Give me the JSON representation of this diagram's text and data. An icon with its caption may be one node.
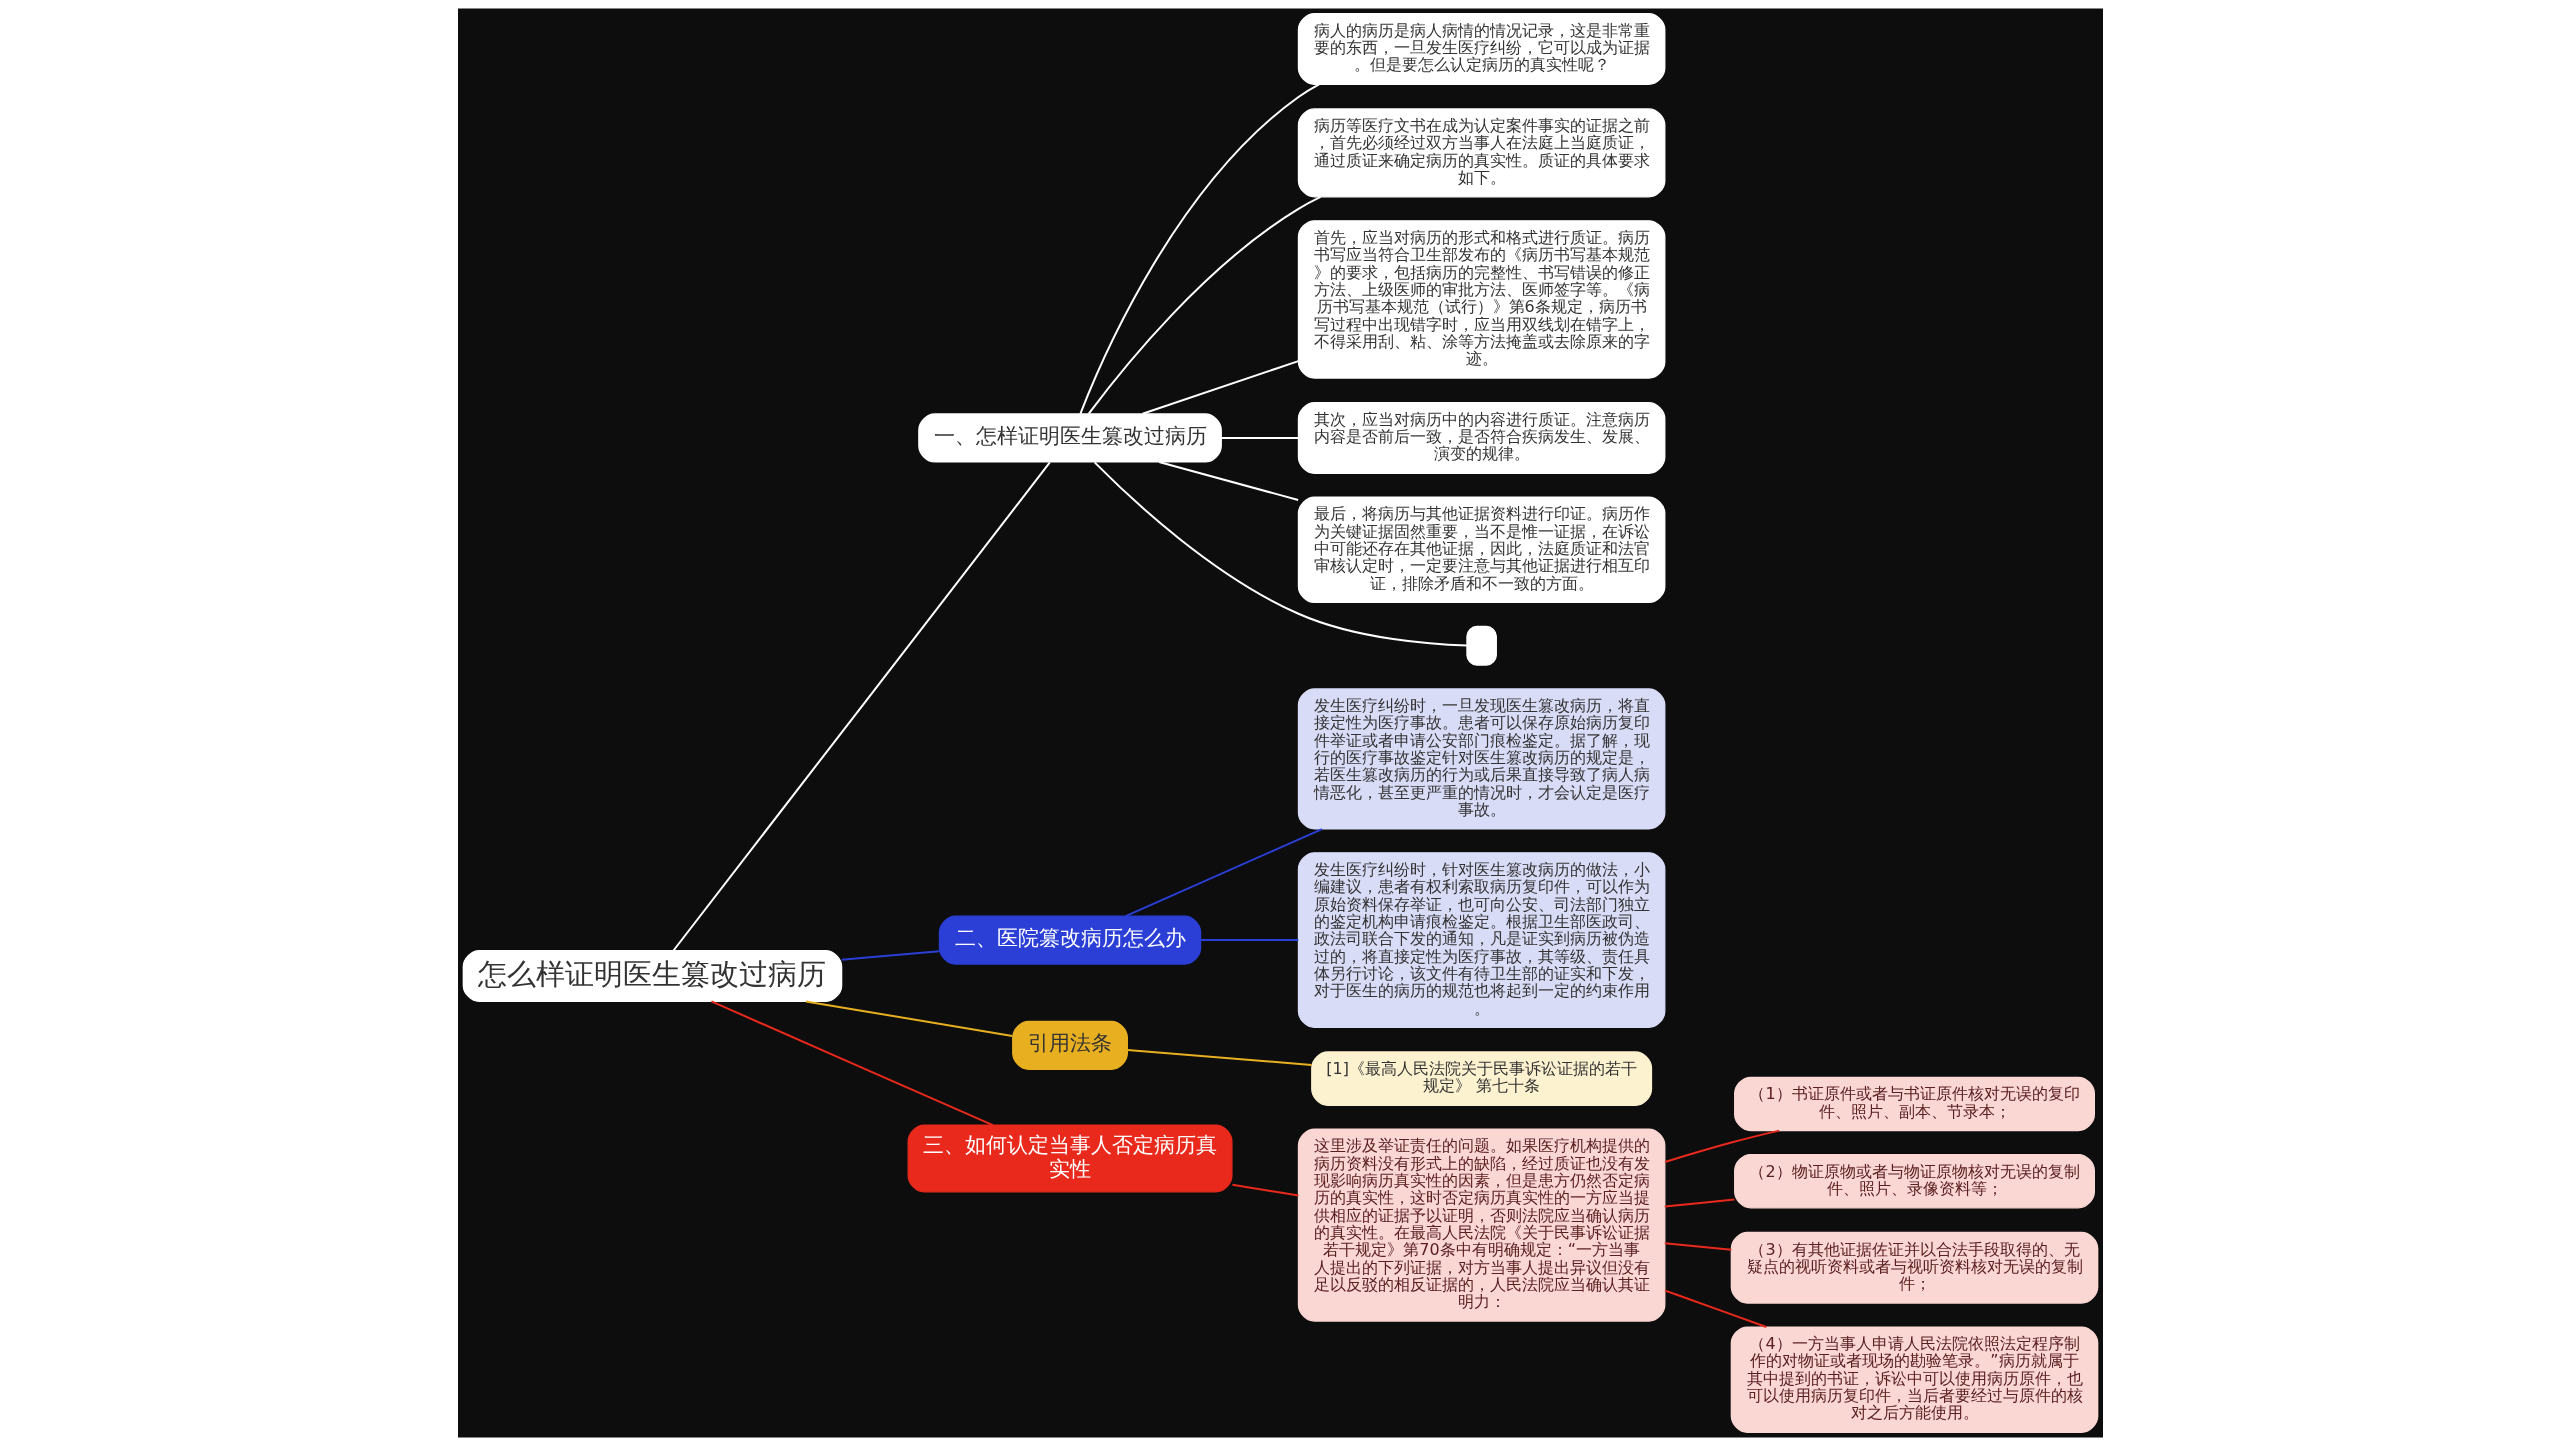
{
  "diagram": {
    "nodes": [
      {
        "text": [
          "怎么样证明医生篡改过病历"
        ]
      },
      {
        "text": [
          "一、怎样证明医生篡改过病历"
        ]
      },
      {
        "text": [
          "病人的病历是病人病情的情况记录，这是非常重要的东西，一旦发生医疗纠纷，它可以成为证据。但是要怎么认定病历的真实性呢？"
        ]
      },
      {
        "text": [
          "病历等医疗文书在成为认定案件事实的证据之前，首先必须经过双方当事人在法庭上当庭质证，通过质证来确定病历的真实性。质证的具体要求如下。"
        ]
      },
      {
        "text": [
          "首先，应当对病历的形式和格式进行质证。病历书写应当符合卫生部发布的《病历书写基本规范》的要求，包括病历的完整性、书写错误的修正方法、上级医师的审批方法、医师签字等。《病历书写基本规范（试行）》第6条规定，病历书写过程中出现错字时，应当用双线划在错字上，不得采用刮、粘、涂等方法掩盖或去除原来的字迹。"
        ]
      },
      {
        "text": [
          "其次，应当对病历中的内容进行质证。注意病历内容是否前后一致，是否符合疾病发生、发展、演变的规律。"
        ]
      },
      {
        "text": [
          "最后，将病历与其他证据资料进行印证。病历作为关键证据固然重要，当不是惟一证据，在诉讼中可能还存在其他证据，因此，法庭质证和法官审核认定时，一定要注意与其他证据进行相互印证，排除矛盾和不一致的方面。"
        ]
      },
      {
        "text": [],
        "shape": "box"
      },
      {
        "text": [
          "二、医院篡改病历怎么办"
        ]
      },
      {
        "text": [
          "发生医疗纠纷时，一旦发现医生篡改病历，将直接定性为医疗事故。患者可以保存原始病历复印件举证或者申请公安部门痕检鉴定。据了解，现行的医疗事故鉴定针对医生篡改病历的规定是，若医生篡改病历的行为或后果直接导致了病人病情恶化，甚至更严重的情况时，才会认定是医疗事故。"
        ]
      },
      {
        "text": [
          "发生医疗纠纷时，针对医生篡改病历的做法，小编建议，患者有权利索取病历复印件，可以作为原始资料保存举证，也可向公安、司法部门独立的鉴定机构申请痕检鉴定。根据卫生部医政司、政法司联合下发的通知，凡是证实到病历被伪造过的，将直接定性为医疗事故，其等级、责任具体另行讨论，该文件有待卫生部的证实和下发，对于医生的病历的规范也将起到一定的约束作用。"
        ]
      },
      {
        "text": [
          "引用法条"
        ]
      },
      {
        "text": [
          "[1]《最高人民法院关于民事诉讼证据的若干规定》 第七十条"
        ]
      },
      {
        "text": [
          "三、如何认定当事人否定病历真实性"
        ]
      },
      {
        "text": [
          "这里涉及举证责任的问题。如果医疗机构提供的病历资料没有形式上的缺陷，经过质证也没有发现影响病历真实性的因素，但是患方仍然否定病历的真实性，这时否定病历真实性的一方应当提供相应的证据予以证明，否则法院应当确认病历的真实性。在最高人民法院《关于民事诉讼证据若干规定》第70条中有明确规定：“一方当事人提出的下列证据，对方当事人提出异议但没有足以反驳的相反证据的，人民法院应当确认其证明力："
        ]
      },
      {
        "text": [
          "（1）书证原件或者与书证原件核对无误的复印件、照片、副本、节录本；"
        ]
      },
      {
        "text": [
          "（2）物证原物或者与物证原物核对无误的复制件、照片、录像资料等；"
        ]
      },
      {
        "text": [
          "（3）有其他证据佐证并以合法手段取得的、无疑点的视听资料或者与视听资料核对无误的复制件；"
        ]
      },
      {
        "text": [
          "（4）一方当事人申请人民法院依照法定程序制作的对物证或者现场的勘验笔录。”病历就属于其中提到的书证，诉讼中可以使用病历原件，也可以使用病历复印件，当后者要经过与原件的核对之后方能使用。"
        ]
      }
    ],
    "edges": [
      {
        "from": 0,
        "to": 1,
        "arrow": "none"
      },
      {
        "from": 1,
        "to": 2,
        "arrow": "none"
      },
      {
        "from": 1,
        "to": 3,
        "arrow": "none"
      },
      {
        "from": 1,
        "to": 4,
        "arrow": "none"
      },
      {
        "from": 1,
        "to": 5,
        "arrow": "none"
      },
      {
        "from": 1,
        "to": 6,
        "arrow": "none"
      },
      {
        "from": 1,
        "to": 7,
        "arrow": "none"
      },
      {
        "from": 0,
        "to": 8,
        "arrow": "none",
        "color": "#2b3fd6"
      },
      {
        "from": 8,
        "to": 9,
        "arrow": "none",
        "color": "#2b3fd6"
      },
      {
        "from": 8,
        "to": 10,
        "arrow": "none",
        "color": "#2b3fd6"
      },
      {
        "from": 0,
        "to": 11,
        "arrow": "none",
        "color": "#e8b020"
      },
      {
        "from": 11,
        "to": 12,
        "arrow": "none",
        "color": "#e8b020"
      },
      {
        "from": 0,
        "to": 13,
        "arrow": "none",
        "color": "#e8291c"
      },
      {
        "from": 13,
        "to": 14,
        "arrow": "none",
        "color": "#e8291c"
      },
      {
        "from": 14,
        "to": 15,
        "arrow": "none",
        "color": "#e8291c"
      },
      {
        "from": 14,
        "to": 16,
        "arrow": "none",
        "color": "#e8291c"
      },
      {
        "from": 14,
        "to": 17,
        "arrow": "none",
        "color": "#e8291c"
      },
      {
        "from": 14,
        "to": 18,
        "arrow": "none",
        "color": "#e8291c"
      }
    ]
  }
}
